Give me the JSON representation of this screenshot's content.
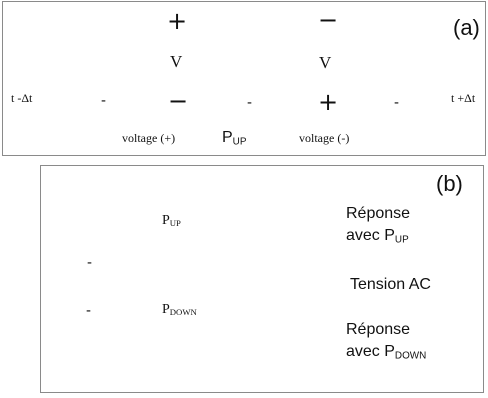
{
  "panel_a": {
    "label": "(a)",
    "time_before": "t -Δt",
    "time_after": "t +Δt",
    "volt_symbol": "V",
    "plus": "+",
    "minus": "−",
    "cube_plus": "+",
    "cube_minus": "-",
    "voltage_pos_label": "voltage (+)",
    "voltage_neg_label": "voltage (-)",
    "p_main": "P",
    "p_sub": "UP"
  },
  "panel_b": {
    "label": "(b)",
    "cube_plus": "+",
    "cube_minus": "-",
    "p_main": "P",
    "p_up_sub": "UP",
    "p_down_sub": "DOWN",
    "response_up_line1": "Réponse",
    "response_up_line2": "avec P",
    "response_up_sub": "UP",
    "tension_label": "Tension AC",
    "response_down_line1": "Réponse",
    "response_down_line2": "avec P",
    "response_down_sub": "DOWN"
  },
  "colors": {
    "wave_black": "#111111",
    "wave_grey": "#8f9f9f",
    "ellipse_dark": "#000000",
    "ellipse_light": "#ffffff",
    "border": "#8a8a8a"
  }
}
